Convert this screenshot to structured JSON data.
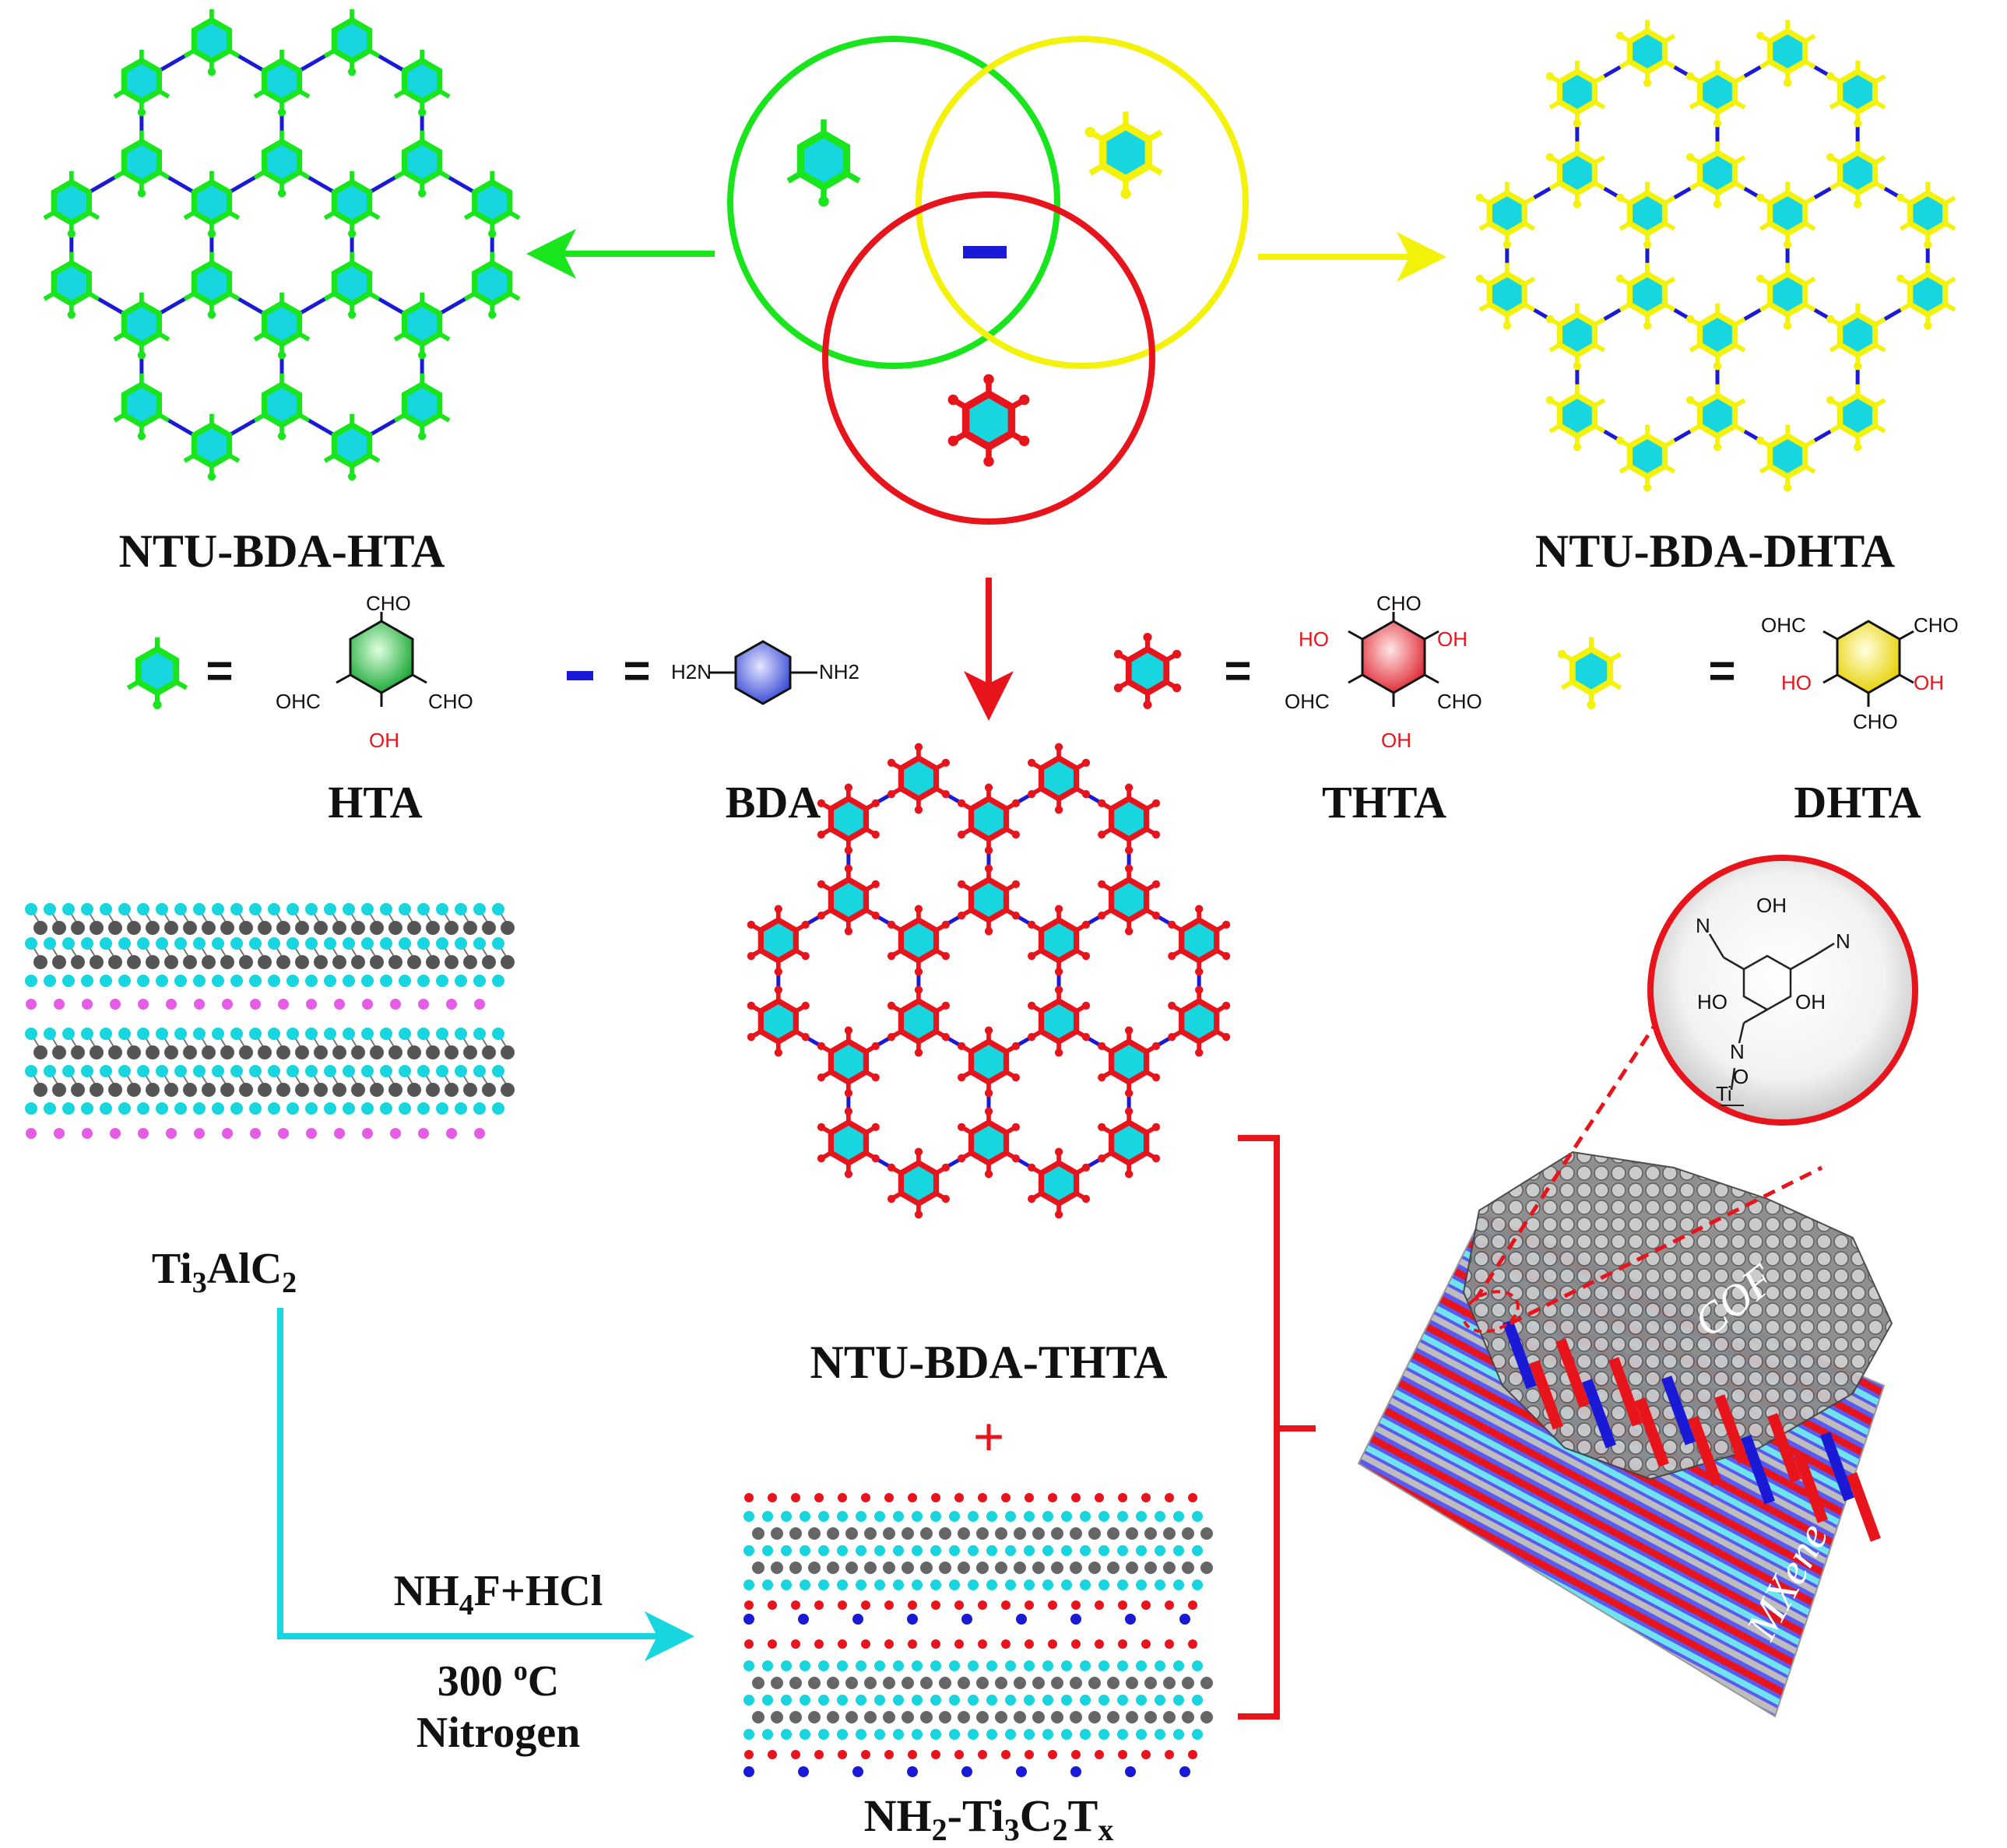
{
  "labels": {
    "hta_cof": "NTU-BDA-HTA",
    "dhta_cof": "NTU-BDA-DHTA",
    "thta_cof": "NTU-BDA-THTA",
    "plus": "+",
    "hta": "HTA",
    "bda": "BDA",
    "thta": "THTA",
    "dhta": "DHTA",
    "equals": "=",
    "ti3alc2": "Ti3AlC2",
    "nh2_mxene": "NH2-Ti3C2Tx",
    "reagent": "NH4F+HCl",
    "temperature": "300 oC",
    "atmosphere": "Nitrogen",
    "cof": "COF",
    "mxene": "MXene"
  },
  "chem": {
    "hta": {
      "cho_top": "CHO",
      "cho_left": "OHC",
      "cho_right": "CHO",
      "oh": "OH"
    },
    "bda": {
      "left": "H2N",
      "right": "NH2"
    },
    "thta": {
      "cho_top": "CHO",
      "oh_tl": "HO",
      "oh_tr": "OH",
      "cho_left": "OHC",
      "cho_right": "CHO",
      "oh_bottom": "OH"
    },
    "dhta": {
      "cho_tl": "OHC",
      "cho_tr": "CHO",
      "oh_left": "HO",
      "oh_right": "OH",
      "cho_bottom": "CHO"
    },
    "inset": {
      "n1": "N",
      "oh_top": "OH",
      "n2": "N",
      "ho_left": "HO",
      "oh_right": "OH",
      "n3": "N",
      "o": "O",
      "ti": "Ti"
    }
  },
  "colors": {
    "green": "#19e51c",
    "yellow": "#f4f20a",
    "red": "#e8141b",
    "cyan": "#18d6e0",
    "blue": "#1a1ad6",
    "grey": "#6e6e6e",
    "magenta": "#e65ce6"
  }
}
